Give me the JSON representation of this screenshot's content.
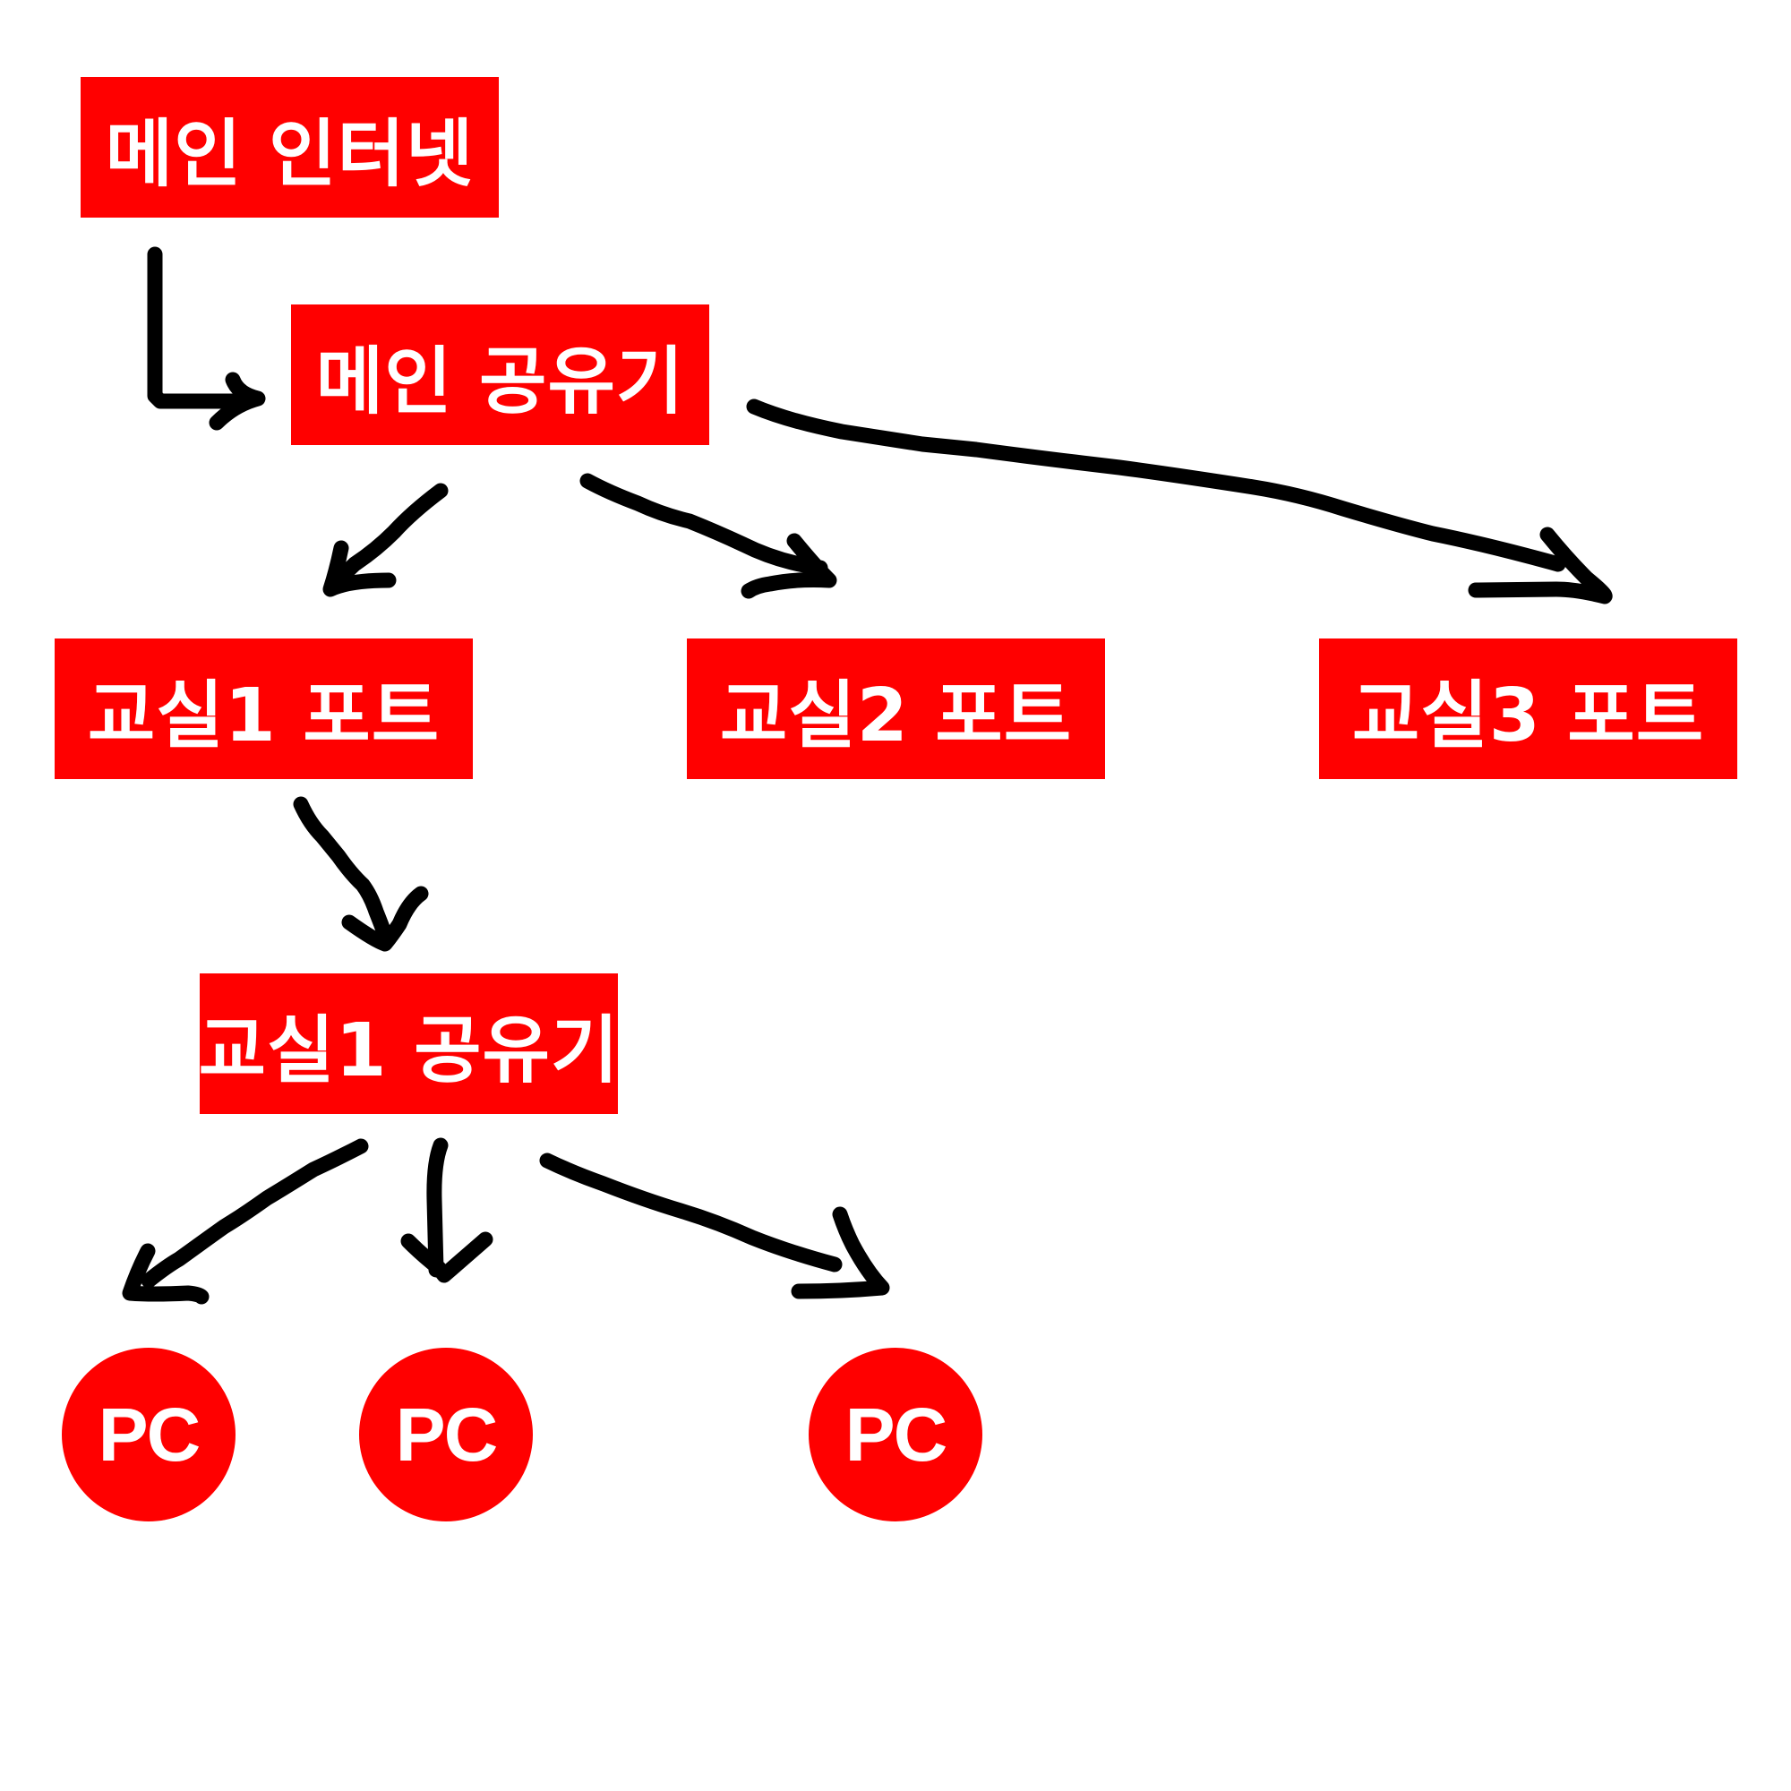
{
  "diagram": {
    "colors": {
      "node_fill": "#ff0000",
      "node_text": "#ffffff",
      "arrow": "#000000",
      "background": "#ffffff"
    },
    "nodes": {
      "main_internet": {
        "label": "메인 인터넷"
      },
      "main_router": {
        "label": "메인 공유기"
      },
      "class1_port": {
        "label": "교실1 포트"
      },
      "class2_port": {
        "label": "교실2 포트"
      },
      "class3_port": {
        "label": "교실3 포트"
      },
      "class1_router": {
        "label": "교실1 공유기"
      },
      "pc1": {
        "label": "PC"
      },
      "pc2": {
        "label": "PC"
      },
      "pc3": {
        "label": "PC"
      }
    },
    "edges": [
      {
        "from": "메인 인터넷",
        "to": "메인 공유기"
      },
      {
        "from": "메인 공유기",
        "to": "교실1 포트"
      },
      {
        "from": "메인 공유기",
        "to": "교실2 포트"
      },
      {
        "from": "메인 공유기",
        "to": "교실3 포트"
      },
      {
        "from": "교실1 포트",
        "to": "교실1 공유기"
      },
      {
        "from": "교실1 공유기",
        "to": "PC"
      },
      {
        "from": "교실1 공유기",
        "to": "PC"
      },
      {
        "from": "교실1 공유기",
        "to": "PC"
      }
    ]
  }
}
